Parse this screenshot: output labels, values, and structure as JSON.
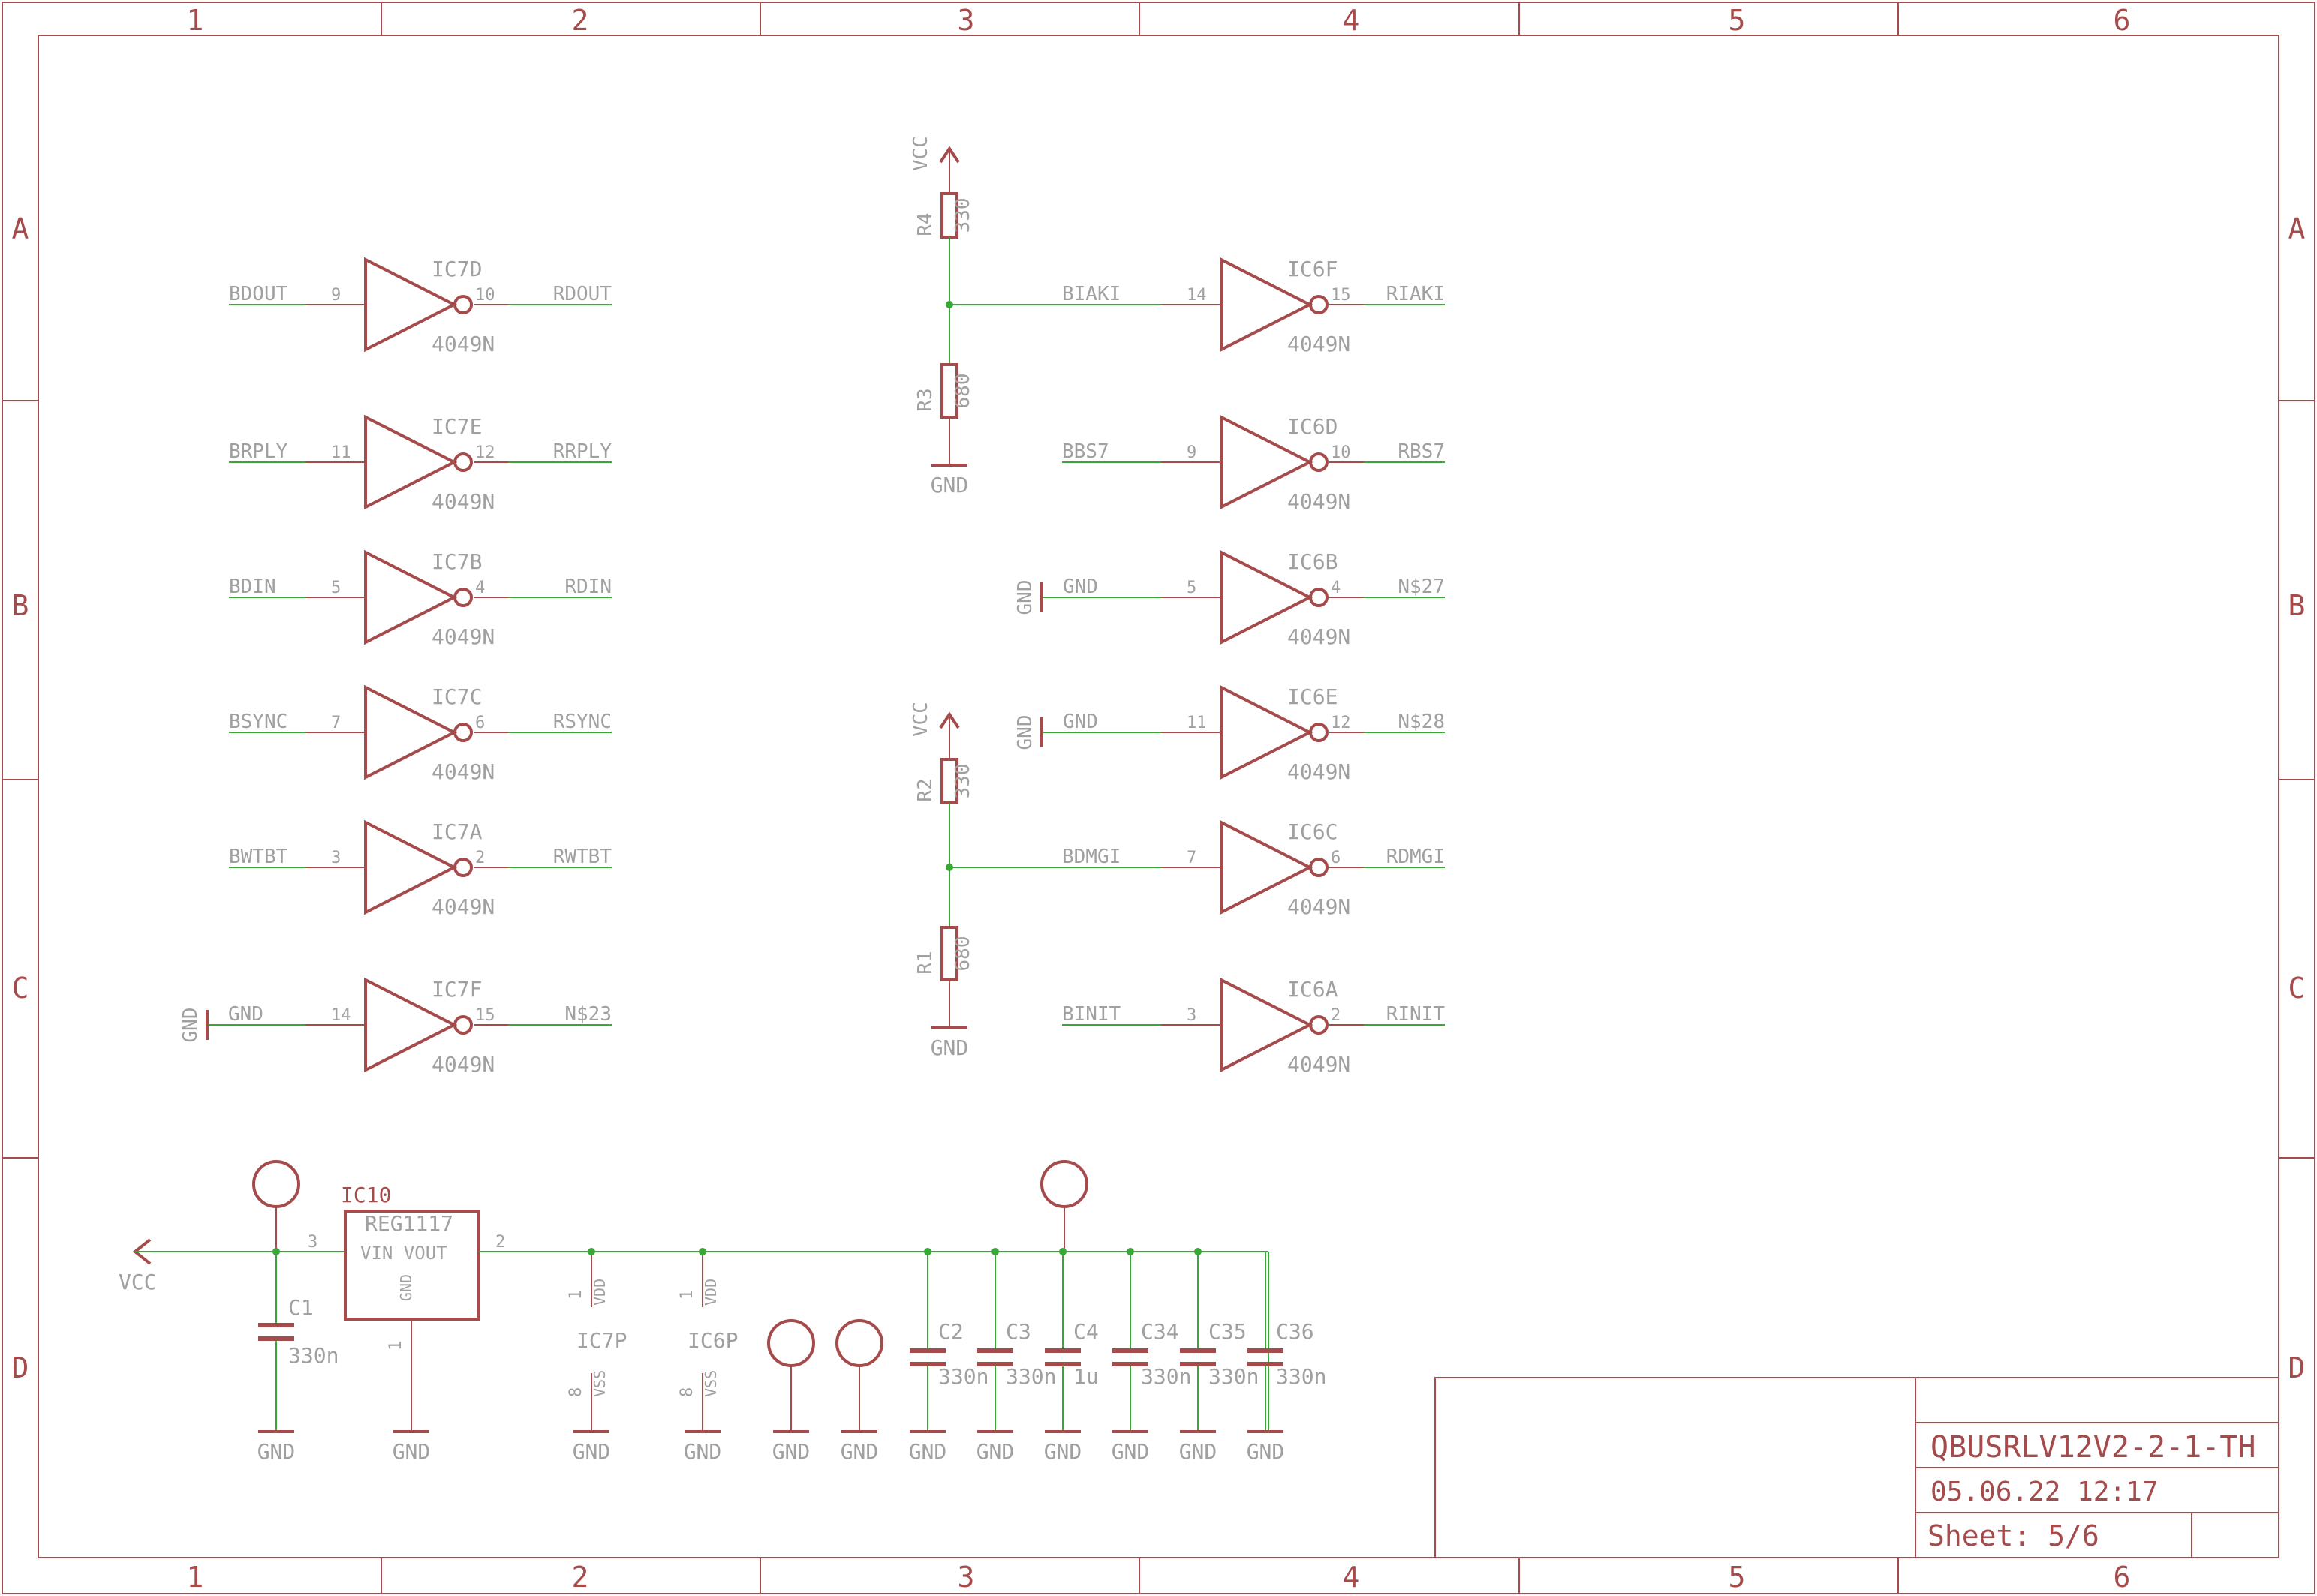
{
  "colors": {
    "symbol": "#a54b4b",
    "net": "#3aa637",
    "label": "#a0a0a0",
    "junction": "#3aa637"
  },
  "frame": {
    "columns": [
      "1",
      "2",
      "3",
      "4",
      "5",
      "6"
    ],
    "rows": [
      "A",
      "B",
      "C",
      "D"
    ]
  },
  "title_block": {
    "name": "QBUSRLV12V2-2-1-TH",
    "date": "05.06.22 12:17",
    "sheet": "Sheet: 5/6"
  },
  "inverters": [
    {
      "name": "IC7D",
      "value": "4049N",
      "in_pin": "9",
      "out_pin": "10",
      "in_net": "BDOUT",
      "out_net": "RDOUT"
    },
    {
      "name": "IC7E",
      "value": "4049N",
      "in_pin": "11",
      "out_pin": "12",
      "in_net": "BRPLY",
      "out_net": "RRPLY"
    },
    {
      "name": "IC7B",
      "value": "4049N",
      "in_pin": "5",
      "out_pin": "4",
      "in_net": "BDIN",
      "out_net": "RDIN"
    },
    {
      "name": "IC7C",
      "value": "4049N",
      "in_pin": "7",
      "out_pin": "6",
      "in_net": "BSYNC",
      "out_net": "RSYNC"
    },
    {
      "name": "IC7A",
      "value": "4049N",
      "in_pin": "3",
      "out_pin": "2",
      "in_net": "BWTBT",
      "out_net": "RWTBT"
    },
    {
      "name": "IC7F",
      "value": "4049N",
      "in_pin": "14",
      "out_pin": "15",
      "in_net": "GND",
      "out_net": "N$23",
      "gnd": "GND"
    },
    {
      "name": "IC6F",
      "value": "4049N",
      "in_pin": "14",
      "out_pin": "15",
      "in_net": "BIAKI",
      "out_net": "RIAKI"
    },
    {
      "name": "IC6D",
      "value": "4049N",
      "in_pin": "9",
      "out_pin": "10",
      "in_net": "BBS7",
      "out_net": "RBS7"
    },
    {
      "name": "IC6B",
      "value": "4049N",
      "in_pin": "5",
      "out_pin": "4",
      "in_net": "GND",
      "out_net": "N$27",
      "gnd": "GND"
    },
    {
      "name": "IC6E",
      "value": "4049N",
      "in_pin": "11",
      "out_pin": "12",
      "in_net": "GND",
      "out_net": "N$28",
      "gnd": "GND"
    },
    {
      "name": "IC6C",
      "value": "4049N",
      "in_pin": "7",
      "out_pin": "6",
      "in_net": "BDMGI",
      "out_net": "RDMGI"
    },
    {
      "name": "IC6A",
      "value": "4049N",
      "in_pin": "3",
      "out_pin": "2",
      "in_net": "BINIT",
      "out_net": "RINIT"
    }
  ],
  "resistors": [
    {
      "name": "R4",
      "value": "330"
    },
    {
      "name": "R3",
      "value": "680"
    },
    {
      "name": "R2",
      "value": "330"
    },
    {
      "name": "R1",
      "value": "680"
    }
  ],
  "supplies": {
    "vcc": "VCC",
    "gnd": "GND"
  },
  "regulator": {
    "name": "IC10",
    "value": "REG1117",
    "vin": "VIN",
    "vout": "VOUT",
    "gnd": "GND",
    "pin_in": "3",
    "pin_out": "2",
    "pin_gnd": "1"
  },
  "power_pins": [
    {
      "name": "IC7P",
      "vdd": "VDD",
      "vss": "VSS",
      "pin_vdd": "1",
      "pin_vss": "8"
    },
    {
      "name": "IC6P",
      "vdd": "VDD",
      "vss": "VSS",
      "pin_vdd": "1",
      "pin_vss": "8"
    }
  ],
  "capacitors": [
    {
      "name": "C1",
      "value": "330n"
    },
    {
      "name": "C2",
      "value": "330n"
    },
    {
      "name": "C3",
      "value": "330n"
    },
    {
      "name": "C4",
      "value": "1u"
    },
    {
      "name": "C34",
      "value": "330n"
    },
    {
      "name": "C35",
      "value": "330n"
    },
    {
      "name": "C36",
      "value": "330n"
    }
  ]
}
